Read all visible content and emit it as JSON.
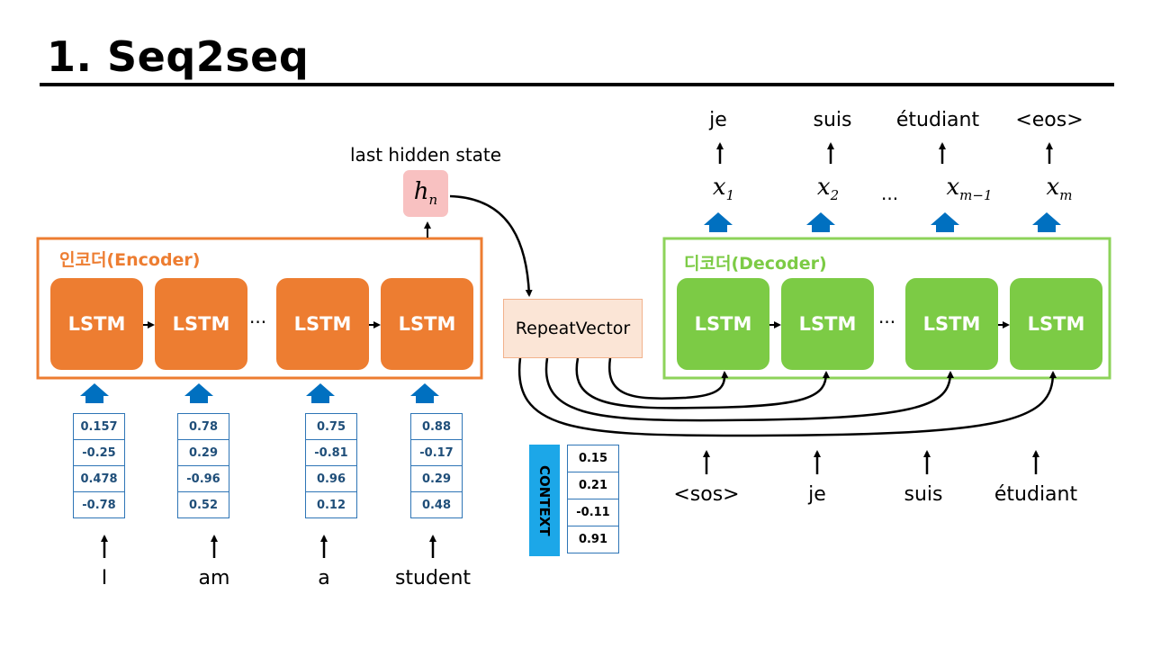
{
  "title": "1. Seq2seq",
  "encoder": {
    "label": "인코더(Encoder)",
    "cell_label": "LSTM",
    "ellipsis": "···",
    "inputs": [
      "I",
      "am",
      "a",
      "student"
    ],
    "embeddings": [
      [
        "0.157",
        "-0.25",
        "0.478",
        "-0.78"
      ],
      [
        "0.78",
        "0.29",
        "-0.96",
        "0.52"
      ],
      [
        "0.75",
        "-0.81",
        "0.96",
        "0.12"
      ],
      [
        "0.88",
        "-0.17",
        "0.29",
        "0.48"
      ]
    ]
  },
  "hidden": {
    "label": "last hidden state",
    "symbol": "h",
    "subscript": "n"
  },
  "repeat_vector": "RepeatVector",
  "context": {
    "label": "CONTEXT",
    "values": [
      "0.15",
      "0.21",
      "-0.11",
      "0.91"
    ]
  },
  "decoder": {
    "label": "디코더(Decoder)",
    "cell_label": "LSTM",
    "ellipsis": "···",
    "inputs": [
      "<sos>",
      "je",
      "suis",
      "étudiant"
    ],
    "outputs": [
      "je",
      "suis",
      "étudiant",
      "<eos>"
    ],
    "x_symbol": "x",
    "x_subscripts": [
      "1",
      "2",
      "m−1",
      "m"
    ],
    "x_ellipsis": "..."
  },
  "colors": {
    "encoder": "#ED7D31",
    "decoder": "#7CCB45",
    "arrow_blue": "#0070C0",
    "hidden_box": "#F8C1C1",
    "repeat_box": "#FBE5D6",
    "context_label": "#1CA7E8"
  }
}
